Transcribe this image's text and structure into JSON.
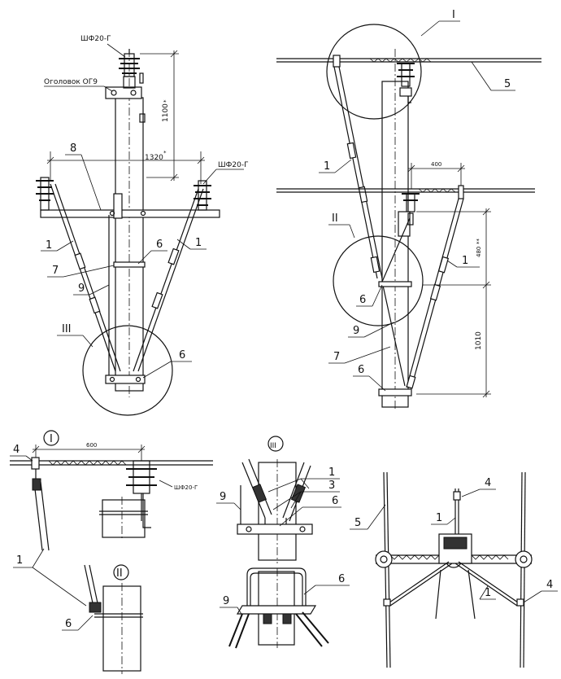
{
  "labels": {
    "insulator_top": "ШФ20-Г",
    "insulator_right": "ШФ20-Г",
    "insulator_detail": "ШФ20-Г",
    "cap": "Оголовок  ОГ9",
    "dim_1100": "1100",
    "dim_1100_mark": "*",
    "dim_1320": "1320",
    "dim_1320_mark": "*",
    "dim_400": "400",
    "dim_480": "480",
    "dim_480_mark": "**",
    "dim_1010": "1010",
    "dim_600": "600",
    "n1": "1",
    "n3": "3",
    "n4": "4",
    "n5": "5",
    "n6": "6",
    "n7": "7",
    "n8": "8",
    "n9": "9",
    "r1": "I",
    "r2": "II",
    "r3": "III"
  }
}
